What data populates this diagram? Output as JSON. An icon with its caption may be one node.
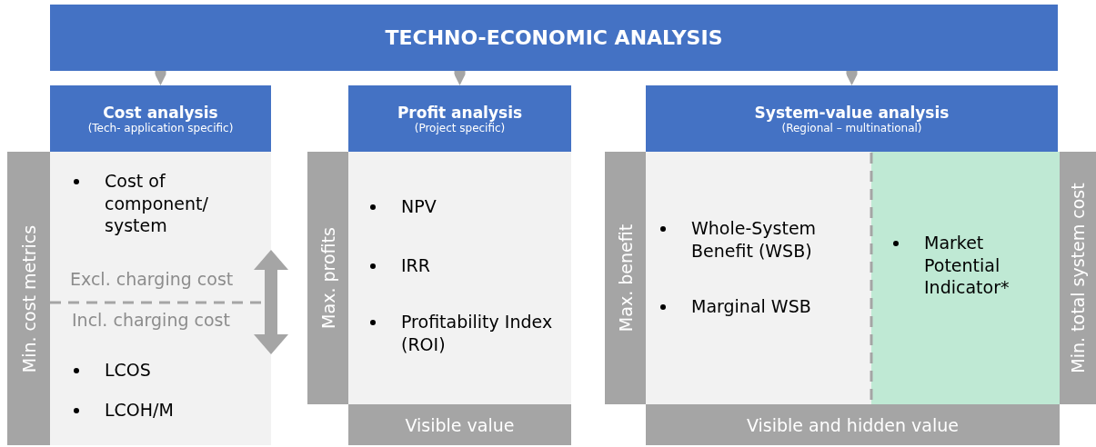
{
  "diagram": {
    "nodes": [
      {
        "text": [
          "TECHNO-ECONOMIC ANALYSIS"
        ]
      },
      {
        "text": [
          "Cost analysis",
          "(Tech- application specific)"
        ]
      },
      {
        "text": [
          "Profit analysis",
          "(Project specific)"
        ]
      },
      {
        "text": [
          "System-value analysis",
          "(Regional – multinational)"
        ]
      },
      {
        "text": [
          "Min. cost metrics"
        ]
      },
      {
        "text": [
          "Cost of component/ system",
          "Excl. charging cost",
          "Incl. charging cost",
          "LCOS",
          "LCOH/M"
        ]
      },
      {
        "text": [
          "Max. profits"
        ]
      },
      {
        "text": [
          "NPV",
          "IRR",
          "Profitability Index (ROI)"
        ]
      },
      {
        "text": [
          "Visible value"
        ]
      },
      {
        "text": [
          "Max. benefit"
        ]
      },
      {
        "text": [
          "Whole-System Benefit (WSB)",
          "Marginal WSB"
        ]
      },
      {
        "text": [
          "Market Potential Indicator*"
        ]
      },
      {
        "text": [
          "Min. total system cost"
        ]
      },
      {
        "text": [
          "Visible and hidden value"
        ]
      }
    ],
    "edges": [
      {
        "from": 0,
        "to": 1,
        "arrow": "to"
      },
      {
        "from": 0,
        "to": 2,
        "arrow": "to"
      },
      {
        "from": 0,
        "to": 3,
        "arrow": "to"
      }
    ]
  }
}
